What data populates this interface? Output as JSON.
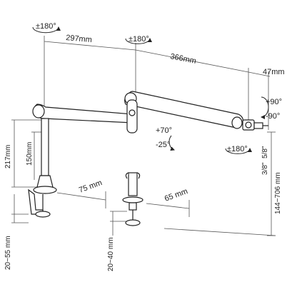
{
  "colors": {
    "line": "#222222",
    "dim": "#555555",
    "arm_fill": "#ffffff"
  },
  "labels": {
    "rot_top_left": "±180°",
    "rot_top_mid": "±180°",
    "len_297": "297mm",
    "len_366": "366mm",
    "len_47": "47mm",
    "tilt_up": "+90°",
    "tilt_down": "-90°",
    "pitch_up": "+70°",
    "pitch_down": "-25°",
    "rot_head": "±180°",
    "thread_38": "3/8\"",
    "thread_58": "5/8\"",
    "height_range": "144~706 mm",
    "pole_217": "217mm",
    "pole_150": "150mm",
    "base_75": "75 mm",
    "base_65": "65 mm",
    "clamp_20_55": "20~55 mm",
    "grommet_20_40": "20~40 mm"
  }
}
